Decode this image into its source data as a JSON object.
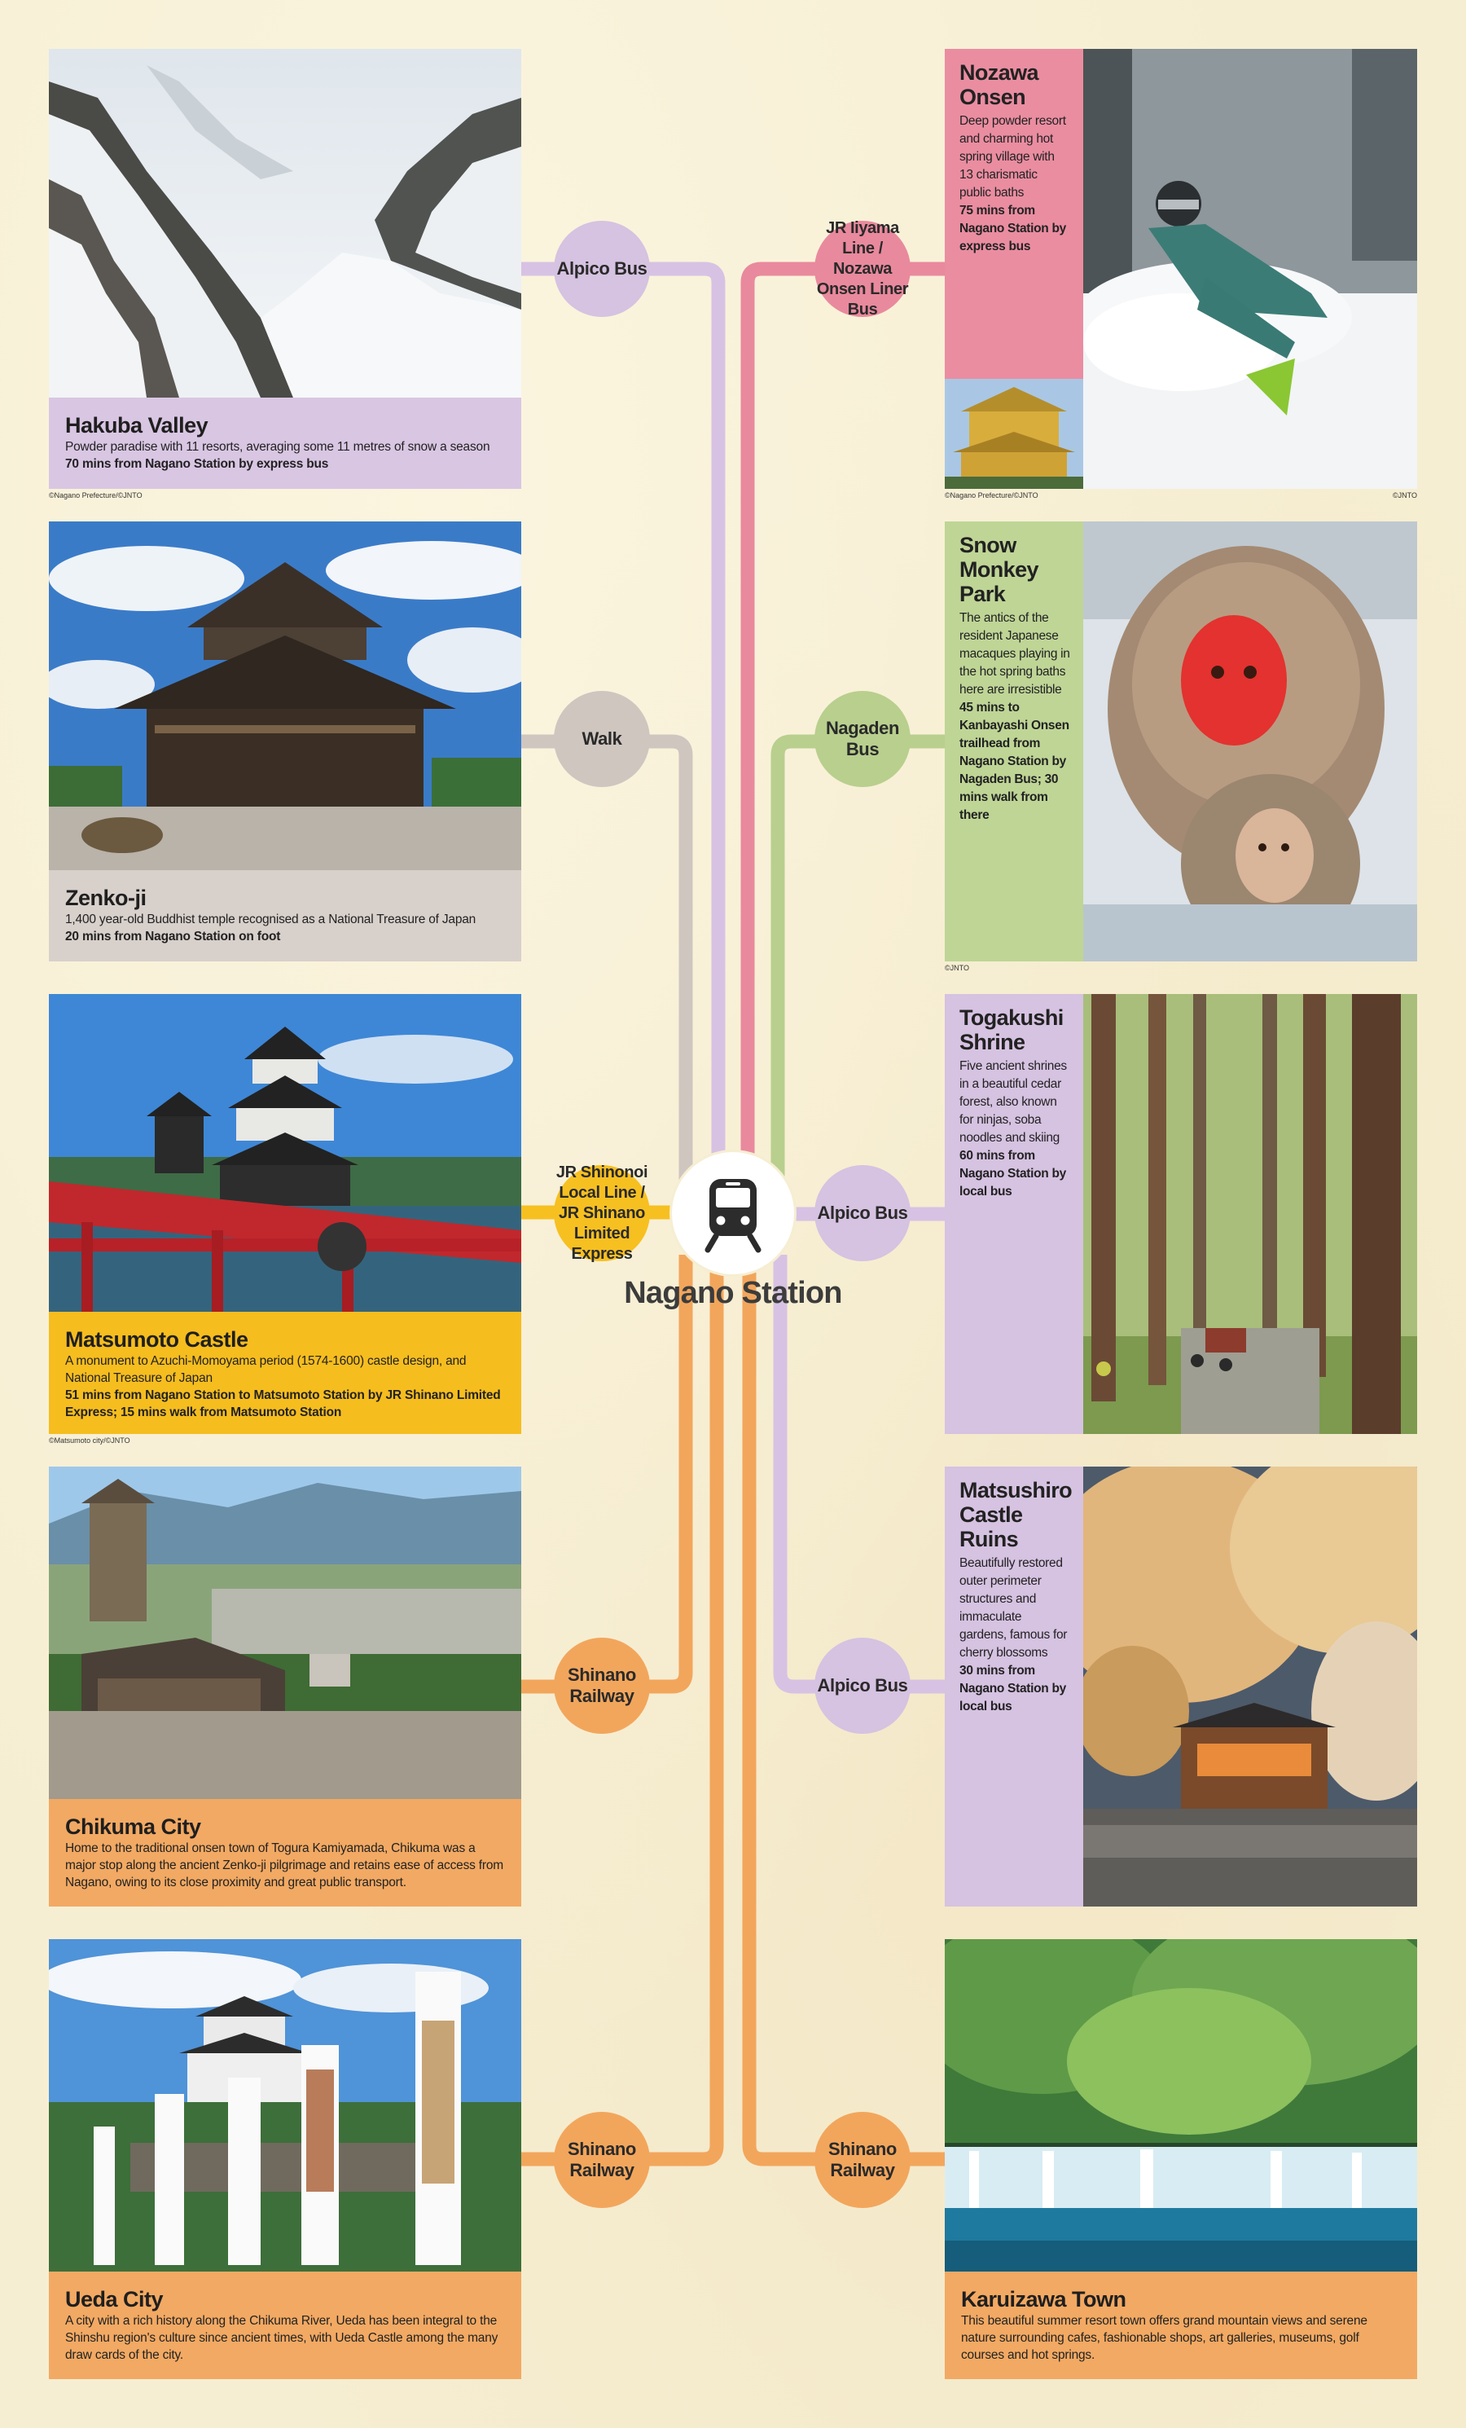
{
  "station": {
    "name": "Nagano Station",
    "icon": "train-icon"
  },
  "colors": {
    "lilac": "#cdb8db",
    "lilac_line": "#d7c2e4",
    "pink": "#e9899d",
    "green": "#b9cf8e",
    "grey": "#cfc6c0",
    "yellow": "#f7c021",
    "orange": "#f2a65c"
  },
  "badges": {
    "hakuba": "Alpico Bus",
    "zenkoji": "Walk",
    "matsumoto": "JR Shinonoi Local Line / JR Shinano Limited Express",
    "chikuma": "Shinano Railway",
    "ueda": "Shinano Railway",
    "nozawa": "JR Iiyama Line / Nozawa Onsen Liner Bus",
    "monkey": "Nagaden Bus",
    "togakushi": "Alpico Bus",
    "matsushiro": "Alpico Bus",
    "karuizawa": "Shinano Railway"
  },
  "destinations": {
    "hakuba": {
      "title": "Hakuba Valley",
      "desc": "Powder paradise with 11 resorts, averaging some 11 metres of snow a season",
      "travel": "70 mins from Nagano Station by express bus",
      "credit": "©Nagano Prefecture/©JNTO"
    },
    "zenkoji": {
      "title": "Zenko-ji",
      "desc": "1,400 year-old Buddhist temple recognised as a National Treasure of Japan",
      "travel": "20 mins from Nagano Station on foot"
    },
    "matsumoto": {
      "title": "Matsumoto Castle",
      "desc": "A monument to Azuchi-Momoyama period (1574-1600) castle design, and National Treasure of Japan",
      "travel": "51 mins from Nagano Station to Matsumoto Station by JR Shinano Limited Express; 15 mins walk from Matsumoto Station",
      "credit": "©Matsumoto city/©JNTO"
    },
    "chikuma": {
      "title": "Chikuma City",
      "desc": "Home to the traditional onsen town of Togura Kamiyamada, Chikuma was a major stop along the ancient Zenko-ji pilgrimage and retains ease of access from Nagano, owing to its close proximity and great public transport."
    },
    "ueda": {
      "title": "Ueda City",
      "desc": "A city with a rich history along the Chikuma River, Ueda has been integral to the Shinshu region's culture since ancient times, with Ueda Castle among the many draw cards of the city."
    },
    "nozawa": {
      "title": "Nozawa Onsen",
      "desc": "Deep powder resort and charming hot spring village with 13 charismatic public baths",
      "travel": "75 mins from Nagano Station by express bus",
      "credit": "©Nagano Prefecture/©JNTO",
      "credit2": "©JNTO"
    },
    "monkey": {
      "title": "Snow Monkey Park",
      "desc": "The antics of the resident Japanese macaques playing in the hot spring baths here are irresistible",
      "travel": "45 mins to Kanbayashi Onsen trailhead from Nagano Station by Nagaden Bus; 30 mins walk from there",
      "credit": "©JNTO"
    },
    "togakushi": {
      "title": "Togakushi Shrine",
      "desc": "Five ancient shrines in a beautiful cedar forest, also known for ninjas, soba noodles and skiing",
      "travel": "60 mins from Nagano Station by local bus"
    },
    "matsushiro": {
      "title": "Matsushiro Castle Ruins",
      "desc": "Beautifully restored outer perimeter structures and immaculate gardens, famous for cherry blossoms",
      "travel": "30 mins from Nagano Station by local bus"
    },
    "karuizawa": {
      "title": "Karuizawa Town",
      "desc": "This beautiful summer resort town offers grand mountain views and serene nature surrounding cafes, fashionable shops, art galleries, museums, golf courses and hot springs."
    }
  }
}
